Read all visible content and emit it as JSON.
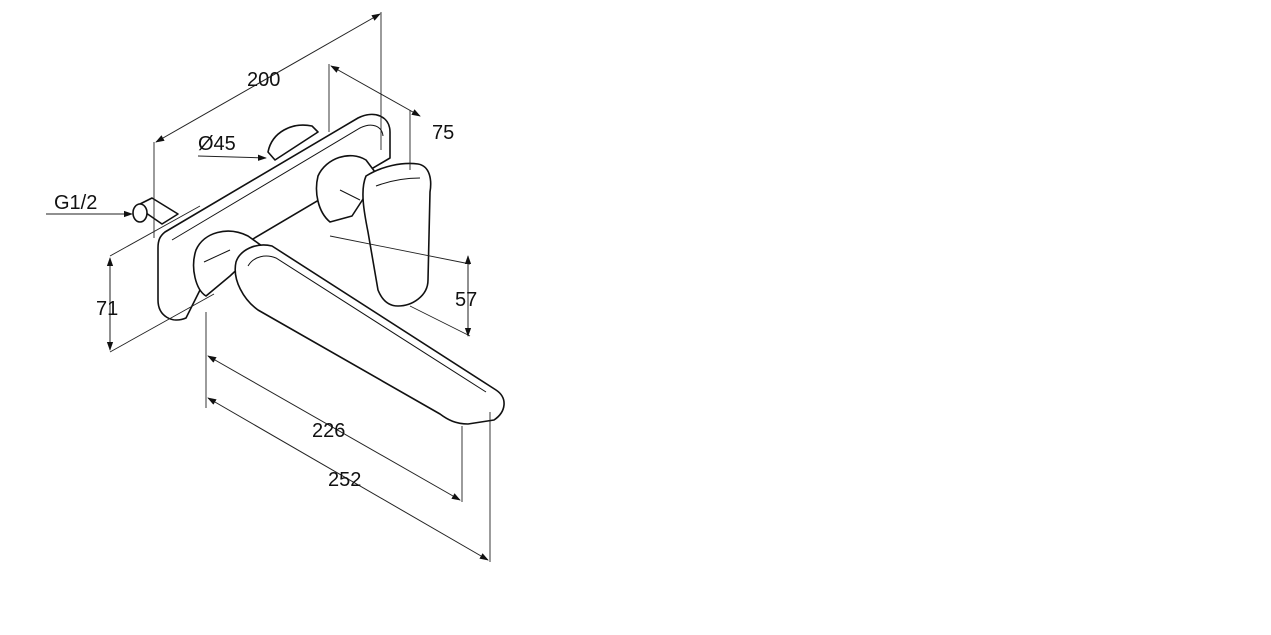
{
  "dimensions": {
    "plate_width": "200",
    "rosette_diameter": "Ø45",
    "thread": "G1/2",
    "spout_height": "71",
    "lever_projection": "75",
    "lever_height": "57",
    "spout_length_inner": "226",
    "spout_length_total": "252"
  },
  "colors": {
    "line": "#111111",
    "background": "#ffffff"
  }
}
